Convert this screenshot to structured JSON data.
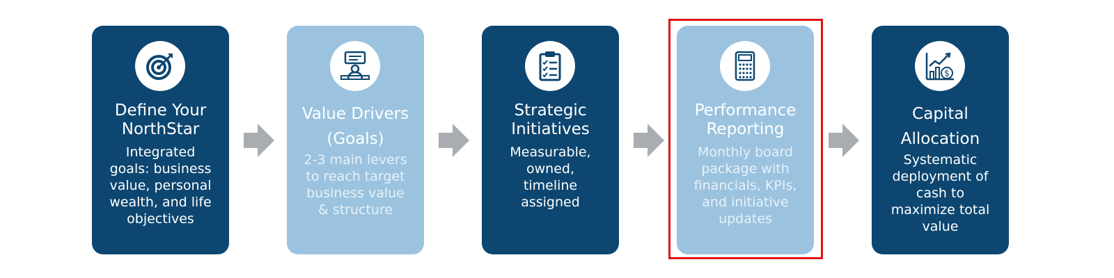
{
  "steps": [
    {
      "title": "Define Your\nNorthStar",
      "description": "Integrated\ngoals: business\nvalue, personal\nwealth, and life\nobjectives",
      "icon": "target-icon",
      "theme": "dark"
    },
    {
      "title": "Value Drivers\n(Goals)",
      "description": "2-3 main levers\nto reach target\nbusiness value\n& structure",
      "icon": "presentation-icon",
      "theme": "light"
    },
    {
      "title": "Strategic\nInitiatives",
      "description": "Measurable,\nowned,\ntimeline\nassigned",
      "icon": "clipboard-checklist-icon",
      "theme": "dark"
    },
    {
      "title": "Performance\nReporting",
      "description": "Monthly board\npackage with\nfinancials, KPIs,\nand initiative\nupdates",
      "icon": "calculator-icon",
      "theme": "light",
      "highlighted": true
    },
    {
      "title": "Capital\nAllocation",
      "description": "Systematic\ndeployment of\ncash to\nmaximize total\nvalue",
      "icon": "growth-chart-money-icon",
      "theme": "dark"
    }
  ],
  "colors": {
    "dark_card": "#0d4670",
    "light_card": "#9bc3df",
    "arrow": "#a9adb2",
    "highlight_border": "#e01414"
  }
}
